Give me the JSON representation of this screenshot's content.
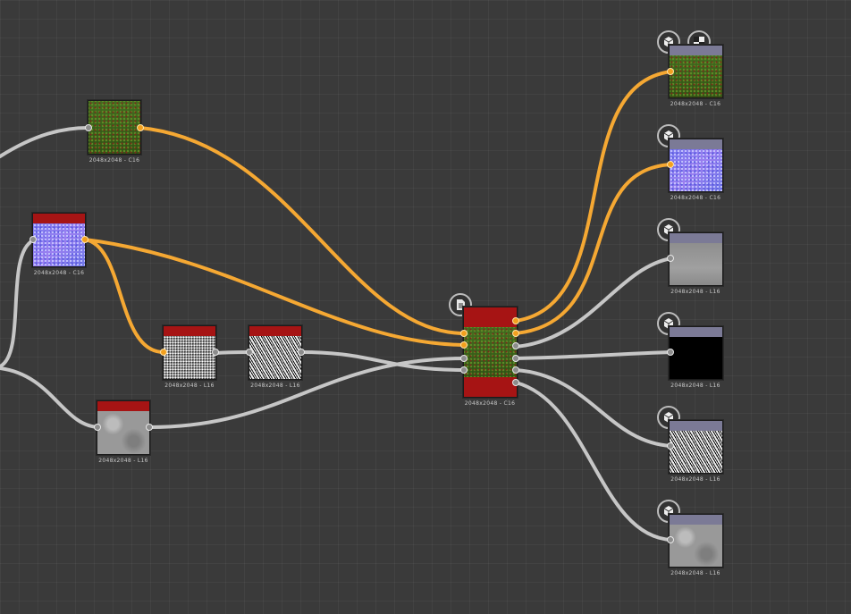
{
  "app": "node-graph-editor",
  "colors": {
    "color_wire": "#f5a833",
    "gray_wire": "#c6c6c6",
    "header_red": "#a61414",
    "header_lavender": "#7b7a96",
    "canvas_bg": "#3a3a3a"
  },
  "nodes": {
    "color_source": {
      "caption": "2048x2048 - C16"
    },
    "normal_source": {
      "caption": "2048x2048 - C16"
    },
    "noise_1": {
      "caption": "2048x2048 - L16"
    },
    "noise_2": {
      "caption": "2048x2048 - L16"
    },
    "gray_source": {
      "caption": "2048x2048 - L16"
    },
    "material_blend": {
      "caption": "2048x2048 - C16",
      "icon": "document-icon"
    }
  },
  "outputs": [
    {
      "caption": "2048x2048 - C16",
      "icons": [
        "cube-icon",
        "checker-icon"
      ]
    },
    {
      "caption": "2048x2048 - C16",
      "icons": [
        "cube-icon"
      ]
    },
    {
      "caption": "2048x2048 - L16",
      "icons": [
        "cube-icon"
      ]
    },
    {
      "caption": "2048x2048 - L16",
      "icons": [
        "cube-icon"
      ]
    },
    {
      "caption": "2048x2048 - L16",
      "icons": [
        "cube-icon"
      ]
    },
    {
      "caption": "2048x2048 - L16",
      "icons": [
        "cube-icon"
      ]
    }
  ]
}
